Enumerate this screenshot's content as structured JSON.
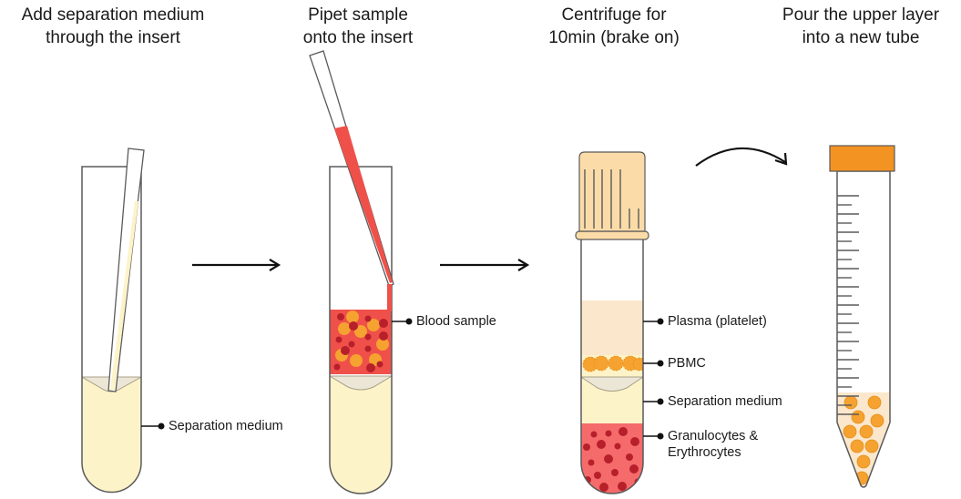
{
  "steps": [
    {
      "title_line1": "Add separation medium",
      "title_line2": "through the insert"
    },
    {
      "title_line1": "Pipet sample",
      "title_line2": "onto the insert"
    },
    {
      "title_line1": "Centrifuge for",
      "title_line2": "10min (brake on)"
    },
    {
      "title_line1": "Pour the upper layer",
      "title_line2": "into a new tube"
    }
  ],
  "labels": {
    "step1_separation": "Separation medium",
    "step2_blood": "Blood sample",
    "step3_plasma": "Plasma (platelet)",
    "step3_pbmc": "PBMC",
    "step3_separation": "Separation medium",
    "step3_granulocytes_line1": "Granulocytes &",
    "step3_granulocytes_line2": "Erythrocytes"
  },
  "colors": {
    "outline": "#5a5a5a",
    "separation_medium": "#fdf3c8",
    "insert": "#ece6d6",
    "blood": "#f0504a",
    "blood_dark_cell": "#b7202a",
    "pbmc_orange": "#f5a230",
    "plasma": "#fbe7cc",
    "cap_beige": "#fbdca8",
    "cap_orange": "#f39322",
    "erythrocyte_layer": "#f56b6b",
    "arrow": "#111111"
  },
  "icons": {
    "step_arrow": "right-arrow-icon",
    "pour_arrow": "curved-arrow-icon"
  }
}
